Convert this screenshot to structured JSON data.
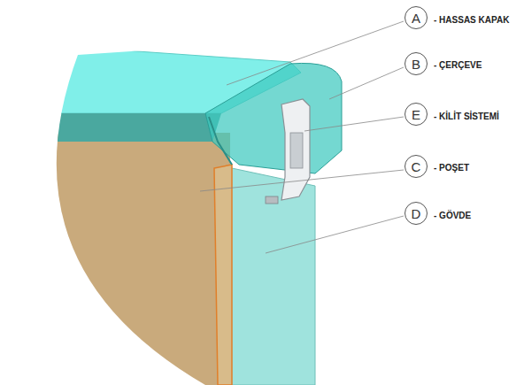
{
  "diagram": {
    "nodes": [
      {
        "text": [
          "A"
        ]
      },
      {
        "text": [
          "B"
        ]
      },
      {
        "text": [
          "E"
        ]
      },
      {
        "text": [
          "C"
        ]
      },
      {
        "text": [
          "D"
        ]
      }
    ],
    "labels": [
      "- HASSAS KAPAK",
      "- ÇERÇEVE",
      "- KİLİT SİSTEMİ",
      "- POŞET",
      "- GÖVDE"
    ]
  }
}
